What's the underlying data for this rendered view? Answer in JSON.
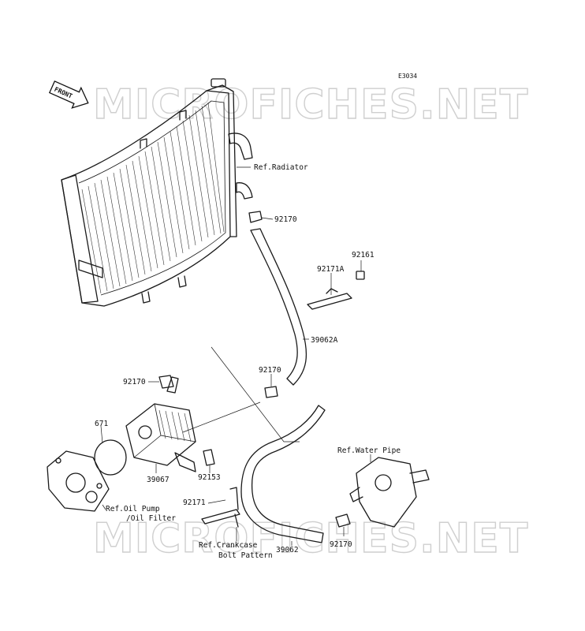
{
  "diagram_code": "E3034",
  "front_label": "FRONT",
  "watermark": "MICROFICHES.NET",
  "labels": {
    "ref_radiator": "Ref.Radiator",
    "p92170_top": "92170",
    "p92161": "92161",
    "p92171A": "92171A",
    "p39062A": "39062A",
    "p92170_mid_right": "92170",
    "p92170_left": "92170",
    "p671": "671",
    "p39067": "39067",
    "p92153": "92153",
    "ref_water_pipe": "Ref.Water Pipe",
    "ref_oil_pump_1": "Ref.Oil Pump",
    "ref_oil_pump_2": "/Oil Filter",
    "p92171": "92171",
    "ref_crankcase_1": "Ref.Crankcase",
    "ref_crankcase_2": "Bolt Pattern",
    "p39062": "39062",
    "p92170_bottom": "92170"
  }
}
